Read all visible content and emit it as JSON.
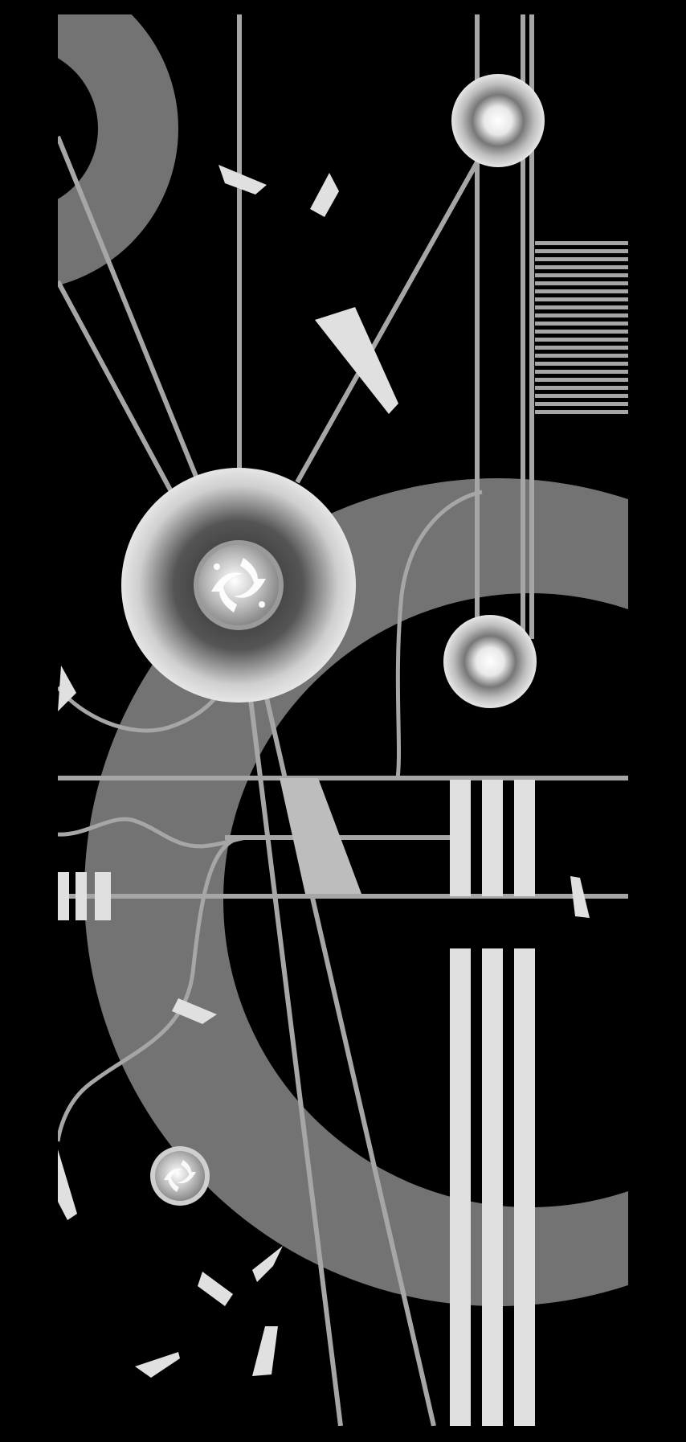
{
  "artwork": {
    "description_visible_text": "",
    "palette": {
      "background": "#000000",
      "panel_gray": "#737373",
      "line_gray": "#a6a6a6",
      "light": "#e0e0e0",
      "dark_center": "#2a2a2a"
    },
    "elements": [
      "large-ring-arc",
      "top-left-arc",
      "big-orb",
      "top-right-orb",
      "middle-right-orb",
      "small-orb",
      "vertical-lines",
      "diagonal-lines",
      "horizontal-lines",
      "wavy-lines",
      "white-bars",
      "comb-block",
      "shards"
    ]
  }
}
